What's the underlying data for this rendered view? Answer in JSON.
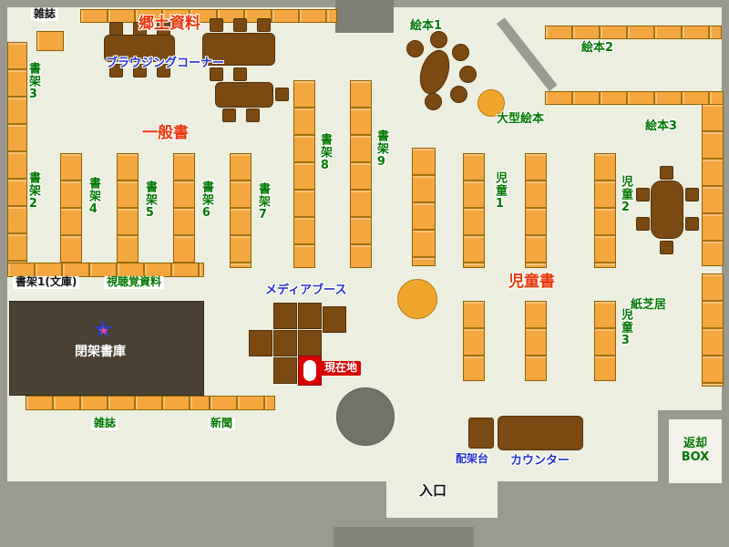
{
  "labels": {
    "magazines_top": "雑誌",
    "local_materials": "郷土資料",
    "browsing_corner": "ブラウジングコーナー",
    "general_books": "一般書",
    "shelf2": "書架2",
    "shelf3": "書架3",
    "shelf4": "書架4",
    "shelf5": "書架5",
    "shelf6": "書架6",
    "shelf7": "書架7",
    "shelf8": "書架8",
    "shelf9": "書架9",
    "shelf1_bunko": "書架1(文庫)",
    "av_materials": "視聴覚資料",
    "closed_stacks": "閉架書庫",
    "magazines_bottom": "雑誌",
    "newspaper": "新聞",
    "media_booth": "メディアブース",
    "current_location": "現在地",
    "picture_books1": "絵本1",
    "picture_books2": "絵本2",
    "picture_books3": "絵本3",
    "large_picture_books": "大型絵本",
    "children1": "児童1",
    "children2": "児童2",
    "children3": "児童3",
    "children_books": "児童書",
    "kamishibai": "紙芝居",
    "sorting_table": "配架台",
    "counter": "カウンター",
    "entrance": "入口",
    "return_box_line1": "返却",
    "return_box_line2": "BOX"
  },
  "icons": {
    "star": "★"
  },
  "colors": {
    "floor": "#ECEEDF",
    "wall_gray": "#98988F",
    "shelf_orange": "#F4A73F",
    "furniture_brown": "#7A4A12",
    "closed_stacks_dark": "#4A4132",
    "label_green": "#007800",
    "label_red": "#E8380C",
    "label_blue": "#2433C8",
    "current_location_red": "#D90000"
  }
}
